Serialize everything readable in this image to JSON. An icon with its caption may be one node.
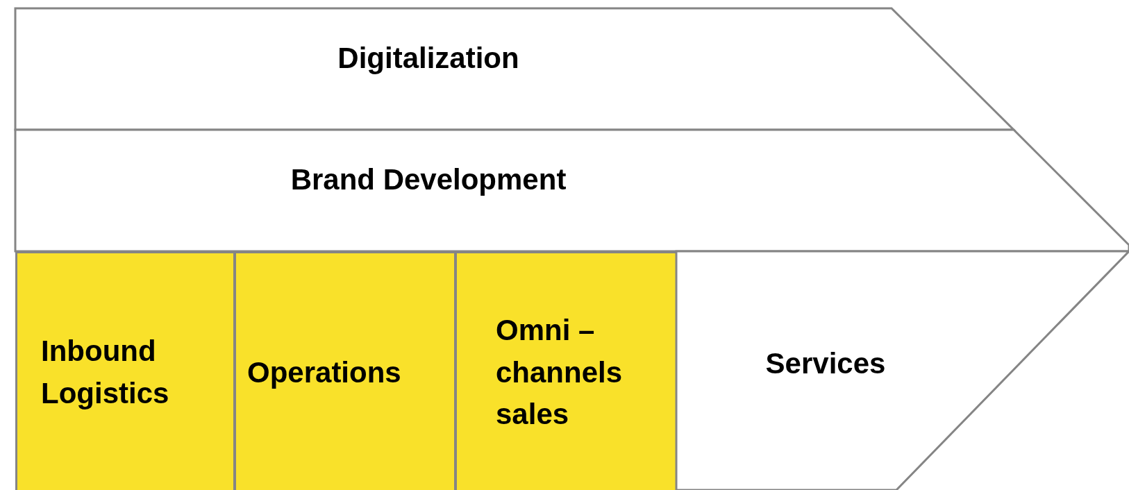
{
  "diagram": {
    "nodes": [
      {
        "text": [
          "Digitalization"
        ]
      },
      {
        "text": [
          "Brand Development"
        ]
      },
      {
        "text": [
          "Inbound Logistics"
        ]
      },
      {
        "text": [
          "Operations"
        ]
      },
      {
        "text": [
          "Omni – channels sales"
        ]
      },
      {
        "text": [
          "Services"
        ]
      }
    ]
  }
}
